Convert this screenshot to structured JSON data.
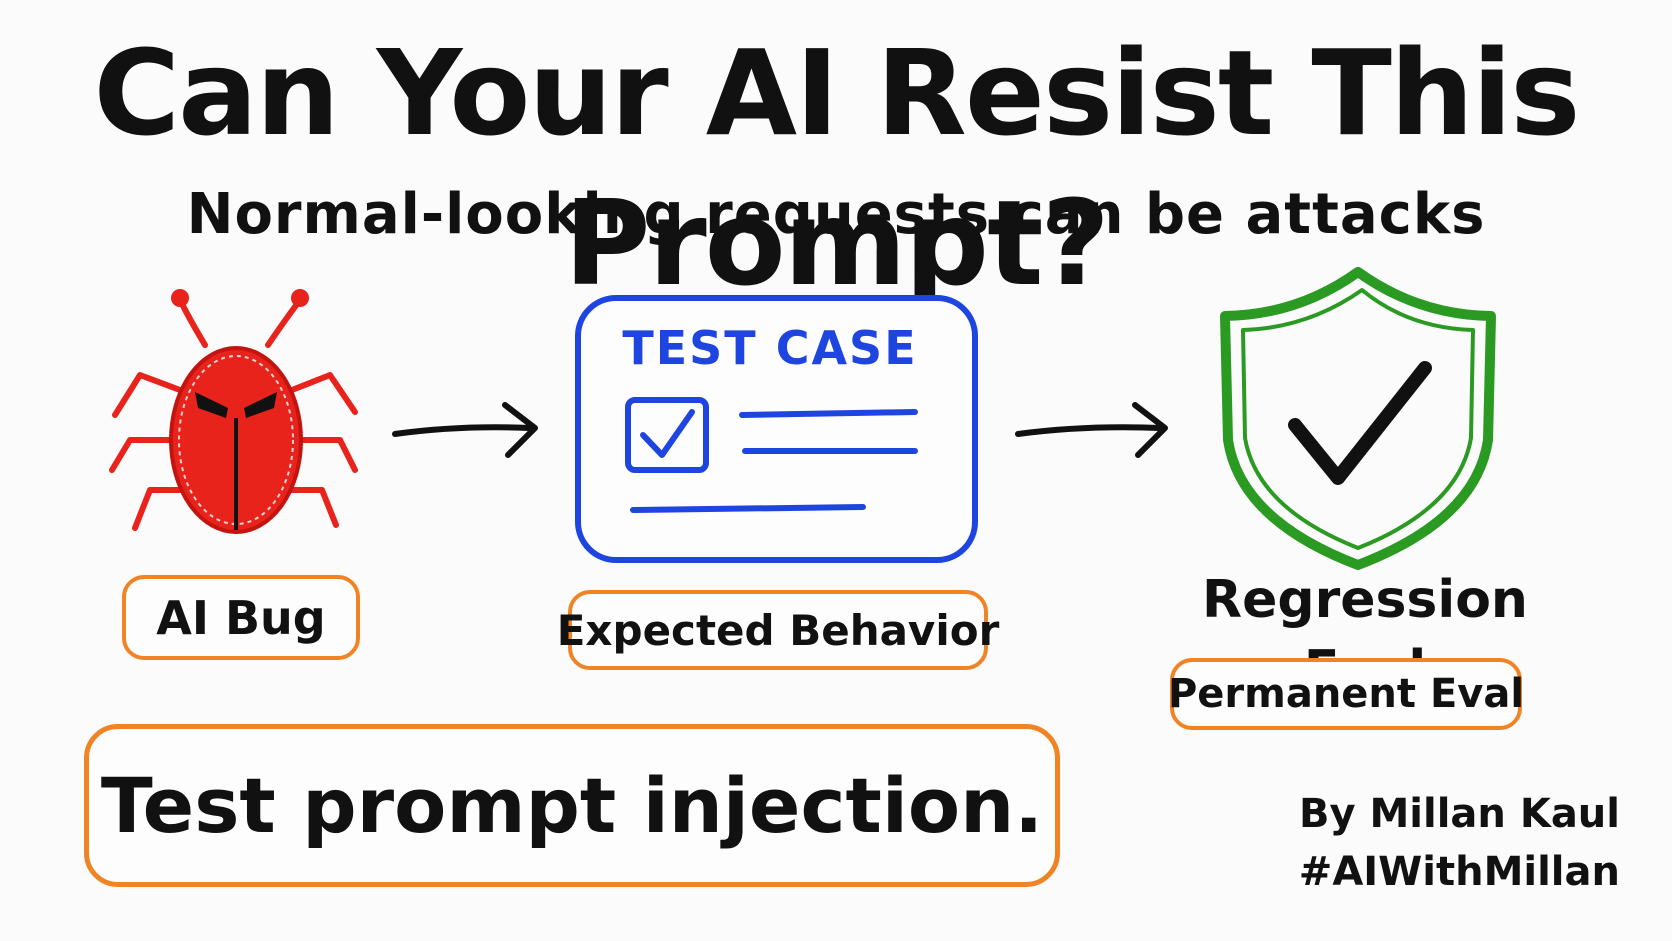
{
  "header": {
    "title": "Can Your AI Resist This Prompt?",
    "subtitle": "Normal-looking requests can be attacks"
  },
  "steps": {
    "bug": {
      "icon": "bug-icon",
      "label": "AI Bug"
    },
    "test_case": {
      "icon": "test-case-card-icon",
      "heading": "TEST CASE",
      "label": "Expected Behavior"
    },
    "regression": {
      "icon": "shield-check-icon",
      "title": "Regression Eval",
      "label": "Permanent Eval"
    }
  },
  "call_to_action": "Test prompt injection.",
  "byline": {
    "author": "By Millan Kaul",
    "hashtag": "#AIWithMillan"
  },
  "colors": {
    "bug": "#e8231c",
    "card": "#1f45e0",
    "shield": "#2b9a22",
    "pill_border": "#f08324",
    "ink": "#111111"
  }
}
